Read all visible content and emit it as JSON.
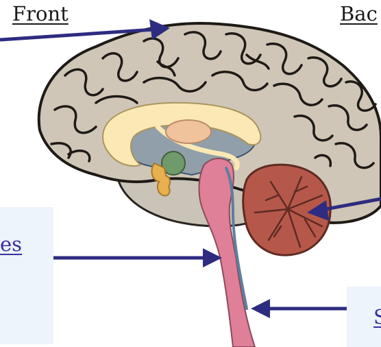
{
  "labels": {
    "front": "Front",
    "back": "Bac",
    "left_partial": "es",
    "bottom_right_partial": "S"
  },
  "colors": {
    "cortex_fill": "#cfc6b7",
    "cortex_outline": "#1e1a16",
    "cerebellum": "#b5584a",
    "brainstem": "#e07f98",
    "corpus_callosum": "#fbe8b4",
    "ventricle": "#5d7f9e",
    "thalamus": "#f0c39d",
    "green_body": "#6f9b6c",
    "pituitary": "#e8b04e",
    "arrow": "#2e2c80",
    "label_box": "#edf4fb",
    "link_text": "#3a2fa0"
  },
  "icons": [
    "arrow-right-icon",
    "arrow-left-icon"
  ]
}
